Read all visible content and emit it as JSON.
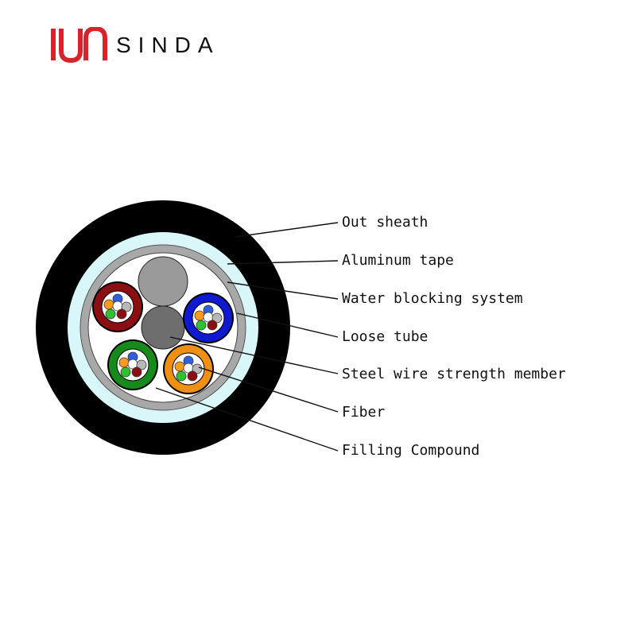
{
  "brand": {
    "name": "SINDA",
    "accent": "#d8232a"
  },
  "diagram": {
    "labels": [
      "Out sheath",
      "Aluminum tape",
      "Water blocking system",
      "Loose tube",
      "Steel wire strength member",
      "Fiber",
      "Filling Compound"
    ],
    "colors": {
      "sheath": "#000000",
      "aluminum": "#d9f6f8",
      "water_blocking": "#a8a8a8",
      "core": "#ffffff",
      "strength_member": "#6e6e6e",
      "filler": "#9a9a9a",
      "tube_red": "#8b0f12",
      "tube_blue": "#0f1ad0",
      "tube_green": "#178a1c",
      "tube_orange": "#f09012"
    },
    "fiber_colors": [
      "#2f5fdc",
      "#ff9a1a",
      "#ffffff",
      "#b8b8b8",
      "#2fc22f",
      "#8b0f12"
    ]
  }
}
